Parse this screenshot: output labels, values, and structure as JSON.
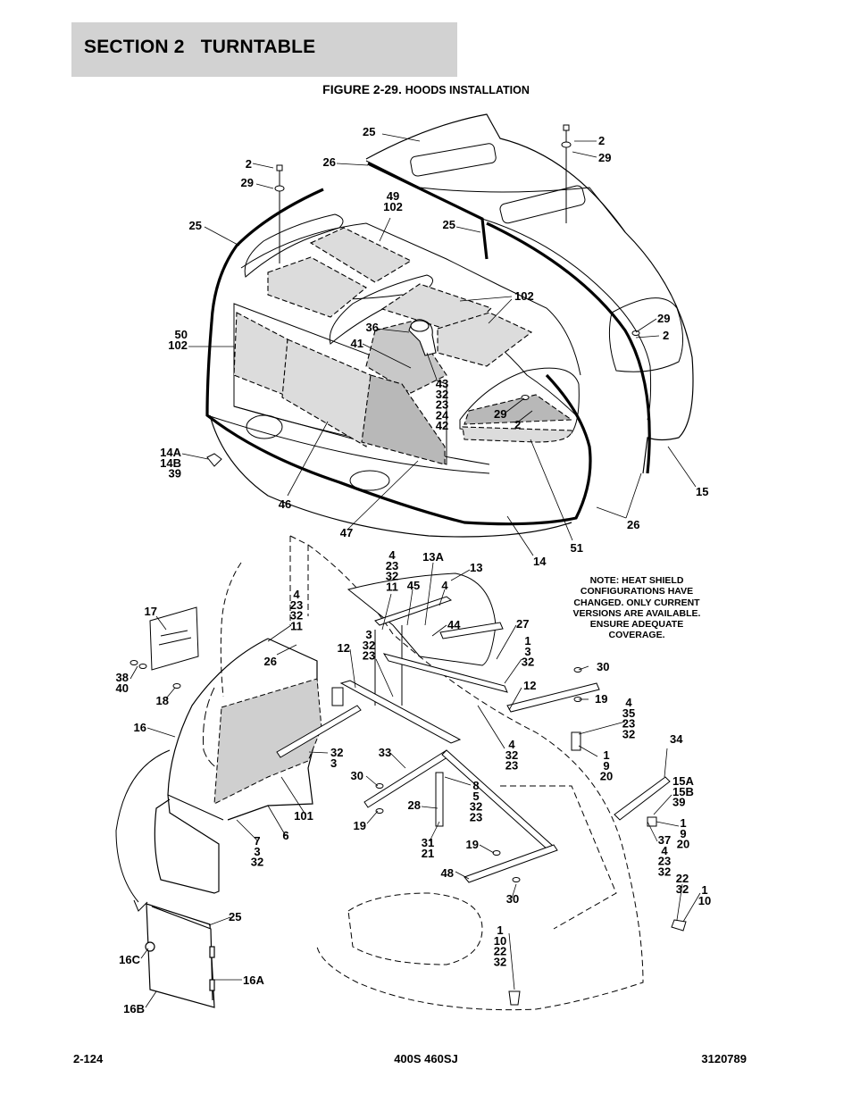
{
  "header": {
    "section": "SECTION 2",
    "title": "TURNTABLE"
  },
  "figure": {
    "number": "FIGURE 2-29.",
    "title": "HOODS INSTALLATION"
  },
  "note": {
    "lines": [
      "NOTE: HEAT SHIELD",
      "CONFIGURATIONS HAVE",
      "CHANGED.  ONLY CURRENT",
      "VERSIONS ARE AVAILABLE.",
      "ENSURE ADEQUATE",
      "COVERAGE."
    ]
  },
  "footer": {
    "page": "2-124",
    "model": "400S 460SJ",
    "doc_number": "3120789"
  },
  "callouts": [
    {
      "lines": [
        "25"
      ]
    },
    {
      "lines": [
        "2"
      ]
    },
    {
      "lines": [
        "29"
      ]
    },
    {
      "lines": [
        "26"
      ]
    },
    {
      "lines": [
        "2"
      ]
    },
    {
      "lines": [
        "29"
      ]
    },
    {
      "lines": [
        "49",
        "102"
      ]
    },
    {
      "lines": [
        "25"
      ]
    },
    {
      "lines": [
        "25"
      ]
    },
    {
      "lines": [
        "102"
      ]
    },
    {
      "lines": [
        "36"
      ]
    },
    {
      "lines": [
        "41"
      ]
    },
    {
      "lines": [
        "50",
        "102"
      ]
    },
    {
      "lines": [
        "29"
      ]
    },
    {
      "lines": [
        "2"
      ]
    },
    {
      "lines": [
        "43",
        "32",
        "23",
        "24",
        "42"
      ]
    },
    {
      "lines": [
        "29"
      ]
    },
    {
      "lines": [
        "2"
      ]
    },
    {
      "lines": [
        "14A",
        "14B",
        "39"
      ]
    },
    {
      "lines": [
        "15"
      ]
    },
    {
      "lines": [
        "46"
      ]
    },
    {
      "lines": [
        "26"
      ]
    },
    {
      "lines": [
        "47"
      ]
    },
    {
      "lines": [
        "51"
      ]
    },
    {
      "lines": [
        "14"
      ]
    },
    {
      "lines": [
        "4",
        "23",
        "32",
        "11"
      ]
    },
    {
      "lines": [
        "13A"
      ]
    },
    {
      "lines": [
        "13"
      ]
    },
    {
      "lines": [
        "45"
      ]
    },
    {
      "lines": [
        "4"
      ]
    },
    {
      "lines": [
        "4",
        "23",
        "32",
        "11"
      ]
    },
    {
      "lines": [
        "17"
      ]
    },
    {
      "lines": [
        "44"
      ]
    },
    {
      "lines": [
        "27"
      ]
    },
    {
      "lines": [
        "3",
        "32",
        "23"
      ]
    },
    {
      "lines": [
        "12"
      ]
    },
    {
      "lines": [
        "1",
        "3",
        "32"
      ]
    },
    {
      "lines": [
        "26"
      ]
    },
    {
      "lines": [
        "30"
      ]
    },
    {
      "lines": [
        "38",
        "40"
      ]
    },
    {
      "lines": [
        "18"
      ]
    },
    {
      "lines": [
        "12"
      ]
    },
    {
      "lines": [
        "19"
      ]
    },
    {
      "lines": [
        "4",
        "35",
        "23",
        "32"
      ]
    },
    {
      "lines": [
        "16"
      ]
    },
    {
      "lines": [
        "4",
        "32",
        "23"
      ]
    },
    {
      "lines": [
        "34"
      ]
    },
    {
      "lines": [
        "33"
      ]
    },
    {
      "lines": [
        "32",
        "3"
      ]
    },
    {
      "lines": [
        "1",
        "9",
        "20"
      ]
    },
    {
      "lines": [
        "30"
      ]
    },
    {
      "lines": [
        "8",
        "5",
        "32",
        "23"
      ]
    },
    {
      "lines": [
        "15A",
        "15B",
        "39"
      ]
    },
    {
      "lines": [
        "28"
      ]
    },
    {
      "lines": [
        "101"
      ]
    },
    {
      "lines": [
        "19"
      ]
    },
    {
      "lines": [
        "1",
        "9",
        "20"
      ]
    },
    {
      "lines": [
        "6"
      ]
    },
    {
      "lines": [
        "7",
        "3",
        "32"
      ]
    },
    {
      "lines": [
        "31",
        "21"
      ]
    },
    {
      "lines": [
        "19"
      ]
    },
    {
      "lines": [
        "37",
        "4",
        "23",
        "32"
      ]
    },
    {
      "lines": [
        "48"
      ]
    },
    {
      "lines": [
        "22",
        "32"
      ]
    },
    {
      "lines": [
        "1",
        "10"
      ]
    },
    {
      "lines": [
        "30"
      ]
    },
    {
      "lines": [
        "25"
      ]
    },
    {
      "lines": [
        "1",
        "10",
        "22",
        "32"
      ]
    },
    {
      "lines": [
        "16C"
      ]
    },
    {
      "lines": [
        "16A"
      ]
    },
    {
      "lines": [
        "16B"
      ]
    }
  ]
}
